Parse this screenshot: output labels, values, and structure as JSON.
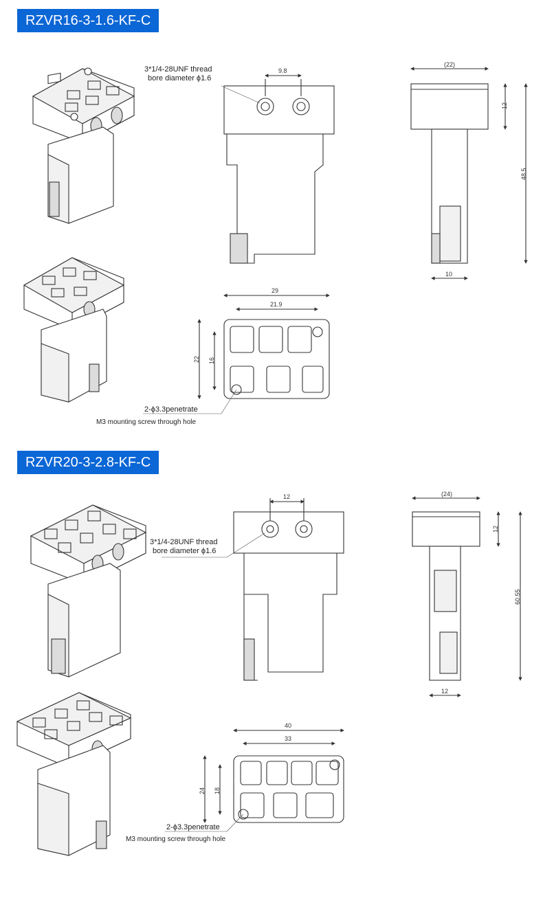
{
  "sections": [
    {
      "title": "RZVR16-3-1.6-KF-C",
      "thread_note": [
        "3*1/4-28UNF thread",
        "bore diameter ϕ1.6"
      ],
      "hole_note": [
        "2-ϕ3.3penetrate",
        "M3 mounting screw through hole"
      ],
      "dims": {
        "hole_spacing": "9.8",
        "side_width": "(22)",
        "side_block_height": "12",
        "total_height": "48.5",
        "bottom_width": "10",
        "outer_width": "29",
        "inner_width": "21.9",
        "outer_height": "22",
        "inner_height": "16"
      }
    },
    {
      "title": "RZVR20-3-2.8-KF-C",
      "thread_note": [
        "3*1/4-28UNF thread",
        "bore diameter ϕ1.6"
      ],
      "hole_note": [
        "2-ϕ3.3penetrate",
        "M3 mounting screw through hole"
      ],
      "dims": {
        "hole_spacing": "12",
        "side_width": "(24)",
        "side_block_height": "12",
        "total_height": "60.55",
        "bottom_width": "12",
        "outer_width": "40",
        "inner_width": "33",
        "outer_height": "24",
        "inner_height": "18"
      }
    }
  ]
}
